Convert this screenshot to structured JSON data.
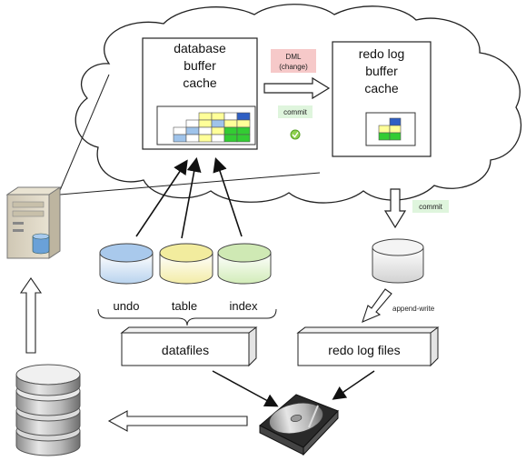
{
  "memory": {
    "db_buffer_cache_title": [
      "database",
      "buffer",
      "cache"
    ],
    "redo_log_buffer_title": [
      "redo log",
      "buffer",
      "cache"
    ],
    "dml_label": [
      "DML",
      "(change)"
    ],
    "commit_label": "commit"
  },
  "storage": {
    "commit_label": "commit",
    "append_write_label": "append-write",
    "datafiles_label": "datafiles",
    "redo_log_files_label": "redo log files"
  },
  "segments": [
    {
      "label": "undo"
    },
    {
      "label": "table"
    },
    {
      "label": "index"
    }
  ],
  "colors": {
    "dml_bg": "#f6c9c9",
    "commit_bg": "#dff5dd",
    "undo_top": "#9fc3ea",
    "table_top": "#f1ea9b",
    "index_top": "#c9e7a8",
    "grid_blue": "#9fc3ea",
    "grid_yellow": "#ffff99",
    "grid_green": "#33cc33",
    "grid_navy": "#2f5fc4"
  }
}
